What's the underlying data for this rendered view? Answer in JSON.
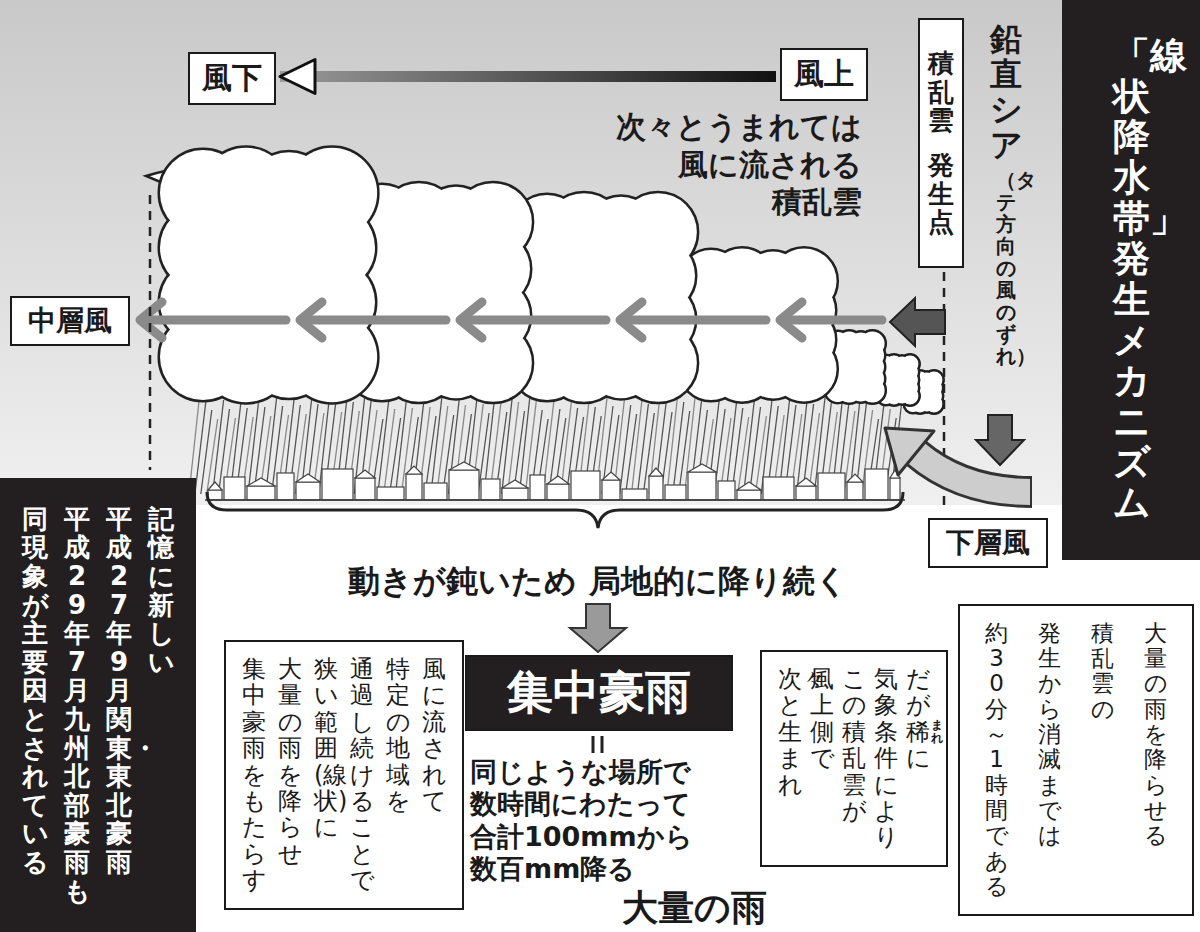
{
  "diagram": {
    "title": "「線状降水帯」発生メカニズム",
    "nodes": [
      {
        "text": [
          "風下"
        ]
      },
      {
        "text": [
          "風上"
        ]
      },
      {
        "text": [
          "積乱雲 発生点"
        ]
      },
      {
        "text": [
          "中層風"
        ]
      },
      {
        "text": [
          "下層風"
        ]
      },
      {
        "text": [
          "大量の雨を降らせる 積乱雲の 発生から消滅までは 約30分～1時間である"
        ]
      },
      {
        "text": [
          "だが稀に 気象条件により この積乱雲が 風上側で 次々と生まれ"
        ]
      },
      {
        "text": [
          "風に流されて 特定の地域を 通過し続けることで 狭い範囲(線状)に 大量の雨を降らせ 集中豪雨をもたらす"
        ]
      },
      {
        "text": [
          "集中豪雨"
        ]
      },
      {
        "text": [
          "記憶に新しい 平成27年9月関東・東北豪雨 平成29年7月九州北部豪雨も 同現象が主要因とされている"
        ]
      }
    ],
    "edges": [
      {
        "from": 1,
        "to": 0,
        "arrow": "to"
      }
    ],
    "labels": [
      "次々とうまれては 風に流される 積乱雲",
      "鉛直シア",
      "（タテ方向の風のずれ）",
      "動きが鈍いため 局地的に降り続く",
      "同じような場所で 数時間にわたって 合計100mmから 数百mm降る",
      "大量の雨",
      "まれ"
    ]
  }
}
